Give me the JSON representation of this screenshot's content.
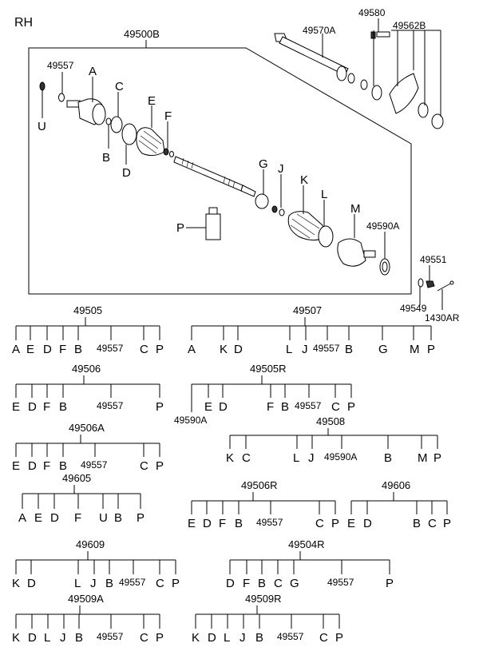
{
  "side_label": "RH",
  "main_label": "49500B",
  "callouts": {
    "c49557": "49557",
    "A": "A",
    "C": "C",
    "E": "E",
    "F": "F",
    "B": "B",
    "D": "D",
    "U": "U",
    "G": "G",
    "J": "J",
    "K": "K",
    "L": "L",
    "M": "M",
    "P": "P",
    "c49590A": "49590A",
    "c49570A": "49570A",
    "c49580": "49580",
    "c49562B": "49562B",
    "c49551": "49551",
    "c49549": "49549",
    "c1430AR": "1430AR"
  },
  "assemblies": [
    {
      "id": "49505",
      "items": [
        "A",
        "E",
        "D",
        "F",
        "B",
        "49557",
        "C",
        "P"
      ]
    },
    {
      "id": "49507",
      "items": [
        "A",
        "K",
        "D",
        "L",
        "J",
        "49557",
        "B",
        "G",
        "M",
        "P"
      ]
    },
    {
      "id": "49506",
      "items": [
        "E",
        "D",
        "F",
        "B",
        "49557",
        "P"
      ]
    },
    {
      "id": "49505R",
      "items": [
        "49590A",
        "E",
        "D",
        "F",
        "B",
        "49557",
        "C",
        "P"
      ]
    },
    {
      "id": "49506A",
      "items": [
        "E",
        "D",
        "F",
        "B",
        "49557",
        "C",
        "P"
      ]
    },
    {
      "id": "49508",
      "items": [
        "K",
        "C",
        "L",
        "J",
        "49590A",
        "B",
        "M",
        "P"
      ]
    },
    {
      "id": "49605",
      "items": [
        "A",
        "E",
        "D",
        "F",
        "U",
        "B",
        "P"
      ]
    },
    {
      "id": "49506R",
      "items": [
        "E",
        "D",
        "F",
        "B",
        "49557",
        "C",
        "P"
      ]
    },
    {
      "id": "49606",
      "items": [
        "E",
        "D",
        "B",
        "C",
        "P"
      ]
    },
    {
      "id": "49609",
      "items": [
        "K",
        "D",
        "L",
        "J",
        "B",
        "49557",
        "C",
        "P"
      ]
    },
    {
      "id": "49504R",
      "items": [
        "D",
        "F",
        "B",
        "C",
        "G",
        "49557",
        "P"
      ]
    },
    {
      "id": "49509A",
      "items": [
        "K",
        "D",
        "L",
        "J",
        "B",
        "49557",
        "C",
        "P"
      ]
    },
    {
      "id": "49509R",
      "items": [
        "K",
        "D",
        "L",
        "J",
        "B",
        "49557",
        "C",
        "P"
      ]
    }
  ]
}
